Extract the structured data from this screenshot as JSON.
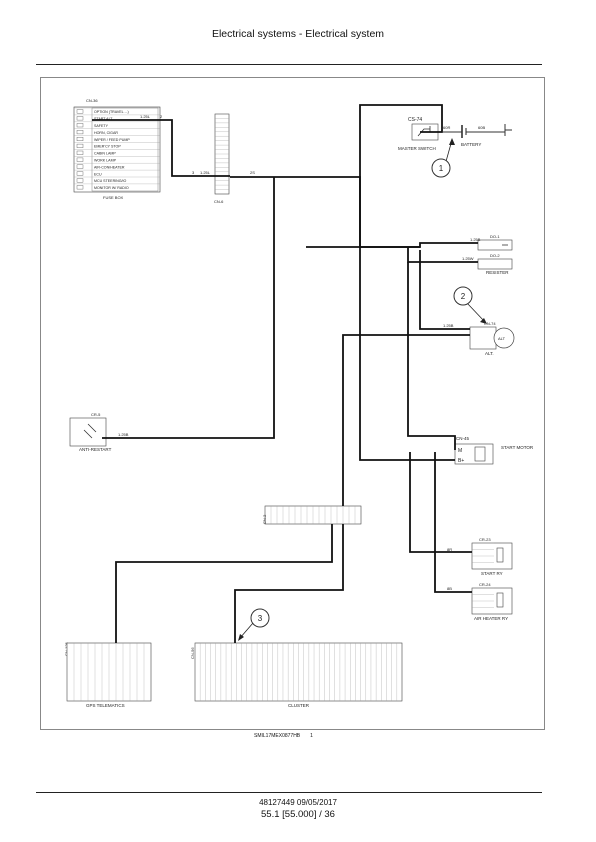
{
  "header": {
    "title": "Electrical systems - Electrical system"
  },
  "footer": {
    "doc_ref": "48127449 09/05/2017",
    "page": "55.1 [55.000] / 36"
  },
  "figure": {
    "code": "SMIL17MEX0877HB",
    "number": "1"
  },
  "callouts": [
    "1",
    "2",
    "3"
  ],
  "components": {
    "fuse_box": {
      "connector": "CN-36",
      "name": "FUSE BOX",
      "rows": [
        "OPTION (TRAVEL ...)",
        "START ALT",
        "SAFETY",
        "HORN, CIGAR",
        "WIPER / FEED PUMP",
        "EMER'CY STOP",
        "CABIN LAMP",
        "WORK LAMP",
        "AIR-CON/HEATER",
        "ECU",
        "MCU STEERING/IO",
        "MONITOR W/ RADIO"
      ]
    },
    "cn6": {
      "connector": "CN-6"
    },
    "cn2": {
      "connector": "CN-2"
    },
    "master_switch": {
      "connector": "CS-74",
      "name": "MASTER SWITCH"
    },
    "battery": {
      "name": "BATTERY"
    },
    "resistor": {
      "connectors": [
        "DO-1",
        "DO-2"
      ],
      "name": "RESISTER"
    },
    "alternator": {
      "connector": "CN-74",
      "name": "ALT."
    },
    "anti_restart": {
      "connector": "CR-5",
      "name": "ANTI-RESTART"
    },
    "start_motor": {
      "connector": "CN-45",
      "name": "START MOTOR",
      "pins": [
        "M",
        "B+"
      ]
    },
    "start_ry": {
      "connector": "CR-23",
      "name": "START RY"
    },
    "air_heater_ry": {
      "connector": "CR-24",
      "name": "AIR HEATER RY"
    },
    "gps": {
      "connector": "CN-125",
      "name": "GPS TELEMATICS"
    },
    "cluster": {
      "connector": "CN-56",
      "name": "CLUSTER"
    }
  },
  "wire_labels": {
    "w_start_alt": "1.25L",
    "w_2": "2",
    "w_3": "3",
    "w_125l": "1.25L",
    "w_25": "2S",
    "w_batt1": "60R",
    "w_batt2": "60B",
    "w_res1": "1.25B",
    "w_res2": "1.25W",
    "w_alt": "1.25B",
    "w_start": "8R",
    "w_air": "8B",
    "w_anti": "1.25B"
  }
}
